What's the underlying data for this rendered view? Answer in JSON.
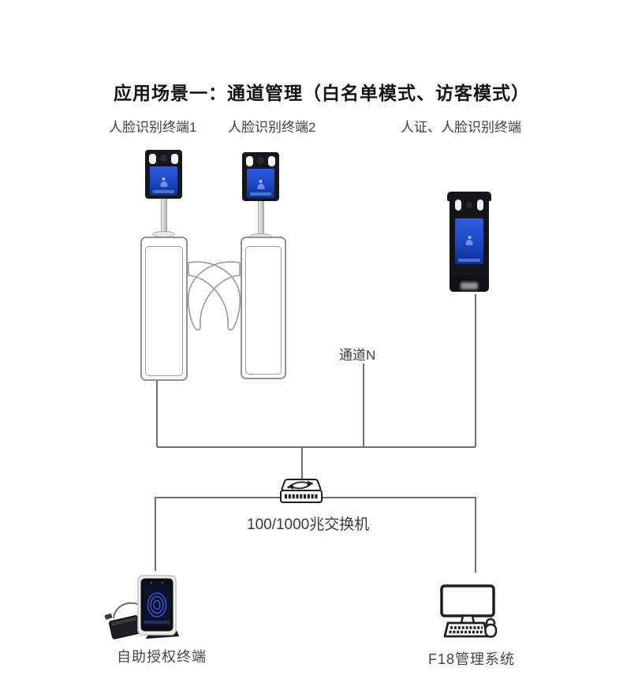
{
  "title": "应用场景一：通道管理（白名单模式、访客模式）",
  "nodes": {
    "terminal1": {
      "label": "人脸识别终端1"
    },
    "terminal2": {
      "label": "人脸识别终端2"
    },
    "id_face_terminal": {
      "label": "人证、人脸识别终端"
    },
    "channel": {
      "label": "通道N"
    },
    "switch": {
      "label": "100/1000兆交换机"
    },
    "self_service_terminal": {
      "label": "自助授权终端"
    },
    "management_system": {
      "label": "F18管理系统"
    }
  },
  "colors": {
    "background": "#ffffff",
    "title_text": "#141414",
    "label_text": "#404040",
    "connector_line": "#6e6e6e",
    "outline_gray": "#929296",
    "icon_stroke": "#1f1f1f",
    "device_body": "#17171c",
    "screen_blue_top": "#2e5ce0",
    "screen_blue_bottom": "#0d2f97",
    "fingerprint_blue": "#3b63d8"
  }
}
